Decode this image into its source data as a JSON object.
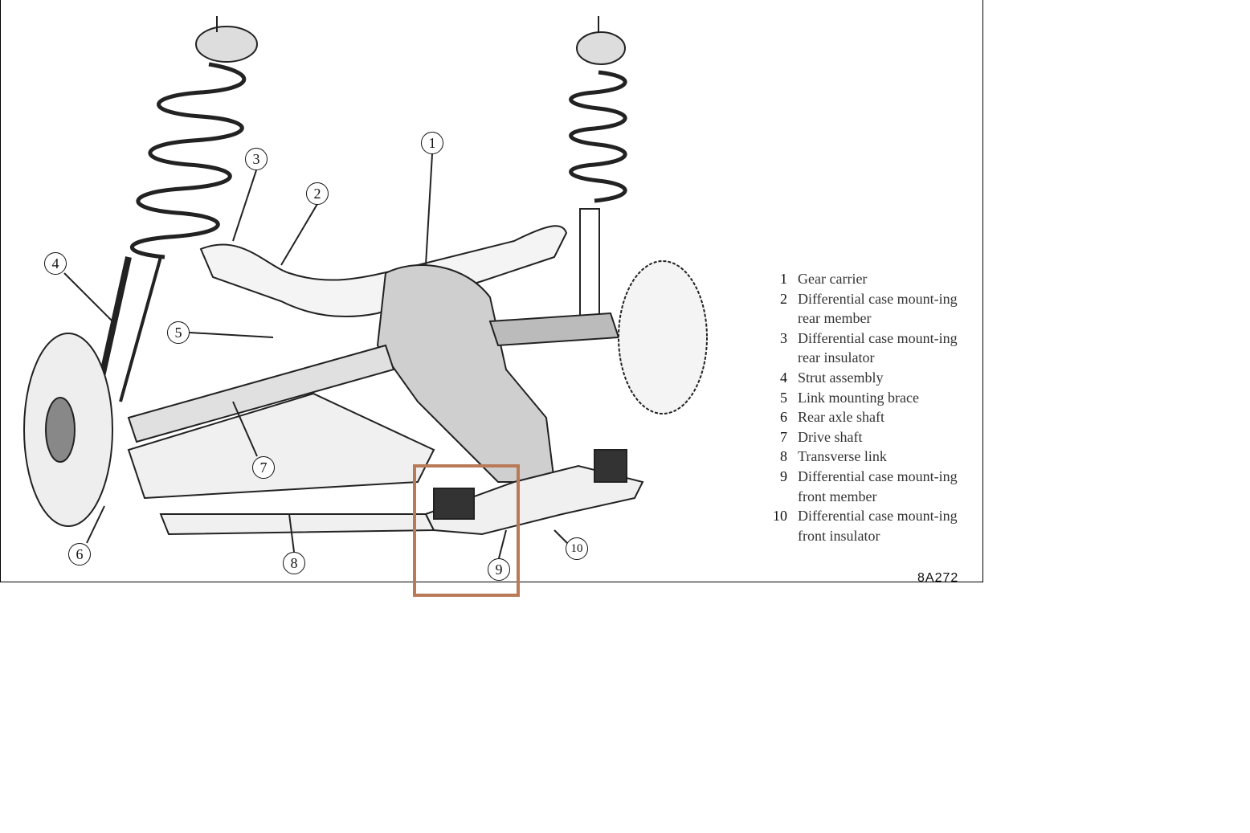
{
  "legend": [
    {
      "num": "1",
      "text": "Gear carrier"
    },
    {
      "num": "2",
      "text": "Differential case mount-ing rear member"
    },
    {
      "num": "3",
      "text": "Differential case mount-ing rear insulator"
    },
    {
      "num": "4",
      "text": "Strut assembly"
    },
    {
      "num": "5",
      "text": "Link mounting brace"
    },
    {
      "num": "6",
      "text": "Rear axle shaft"
    },
    {
      "num": "7",
      "text": "Drive shaft"
    },
    {
      "num": "8",
      "text": "Transverse link"
    },
    {
      "num": "9",
      "text": "Differential case mount-ing front member"
    },
    {
      "num": "10",
      "text": "Differential case mount-ing front insulator"
    }
  ],
  "figure_code": "8A272",
  "callouts": [
    "1",
    "2",
    "3",
    "4",
    "5",
    "6",
    "7",
    "8",
    "9",
    "10"
  ],
  "highlight_color": "#b97a57"
}
